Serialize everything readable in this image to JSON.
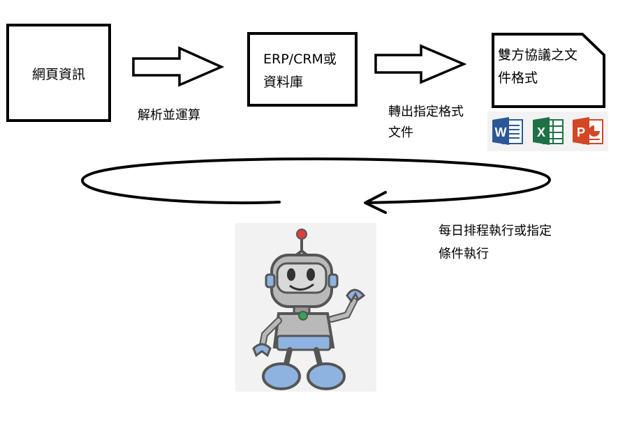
{
  "nodes": {
    "web_info": "網頁資訊",
    "erp_crm_line1": "ERP/CRM或",
    "erp_crm_line2": "資料庫",
    "doc_format_line1": "雙方協議之文",
    "doc_format_line2": "件格式"
  },
  "edges": {
    "parse_compute": "解析並運算",
    "export_line1": "轉出指定格式",
    "export_line2": "文件",
    "schedule_line1": "每日排程執行或指定",
    "schedule_line2": "條件執行"
  },
  "office_icons": {
    "word": "W",
    "excel": "X",
    "powerpoint": "P"
  },
  "colors": {
    "word": "#2b5797",
    "excel": "#1e7145",
    "powerpoint": "#d24726",
    "robot_body": "#b9b9b9",
    "robot_blue": "#8fb3e0",
    "robot_antenna": "#e03c3c",
    "robot_button": "#2fa84f"
  }
}
